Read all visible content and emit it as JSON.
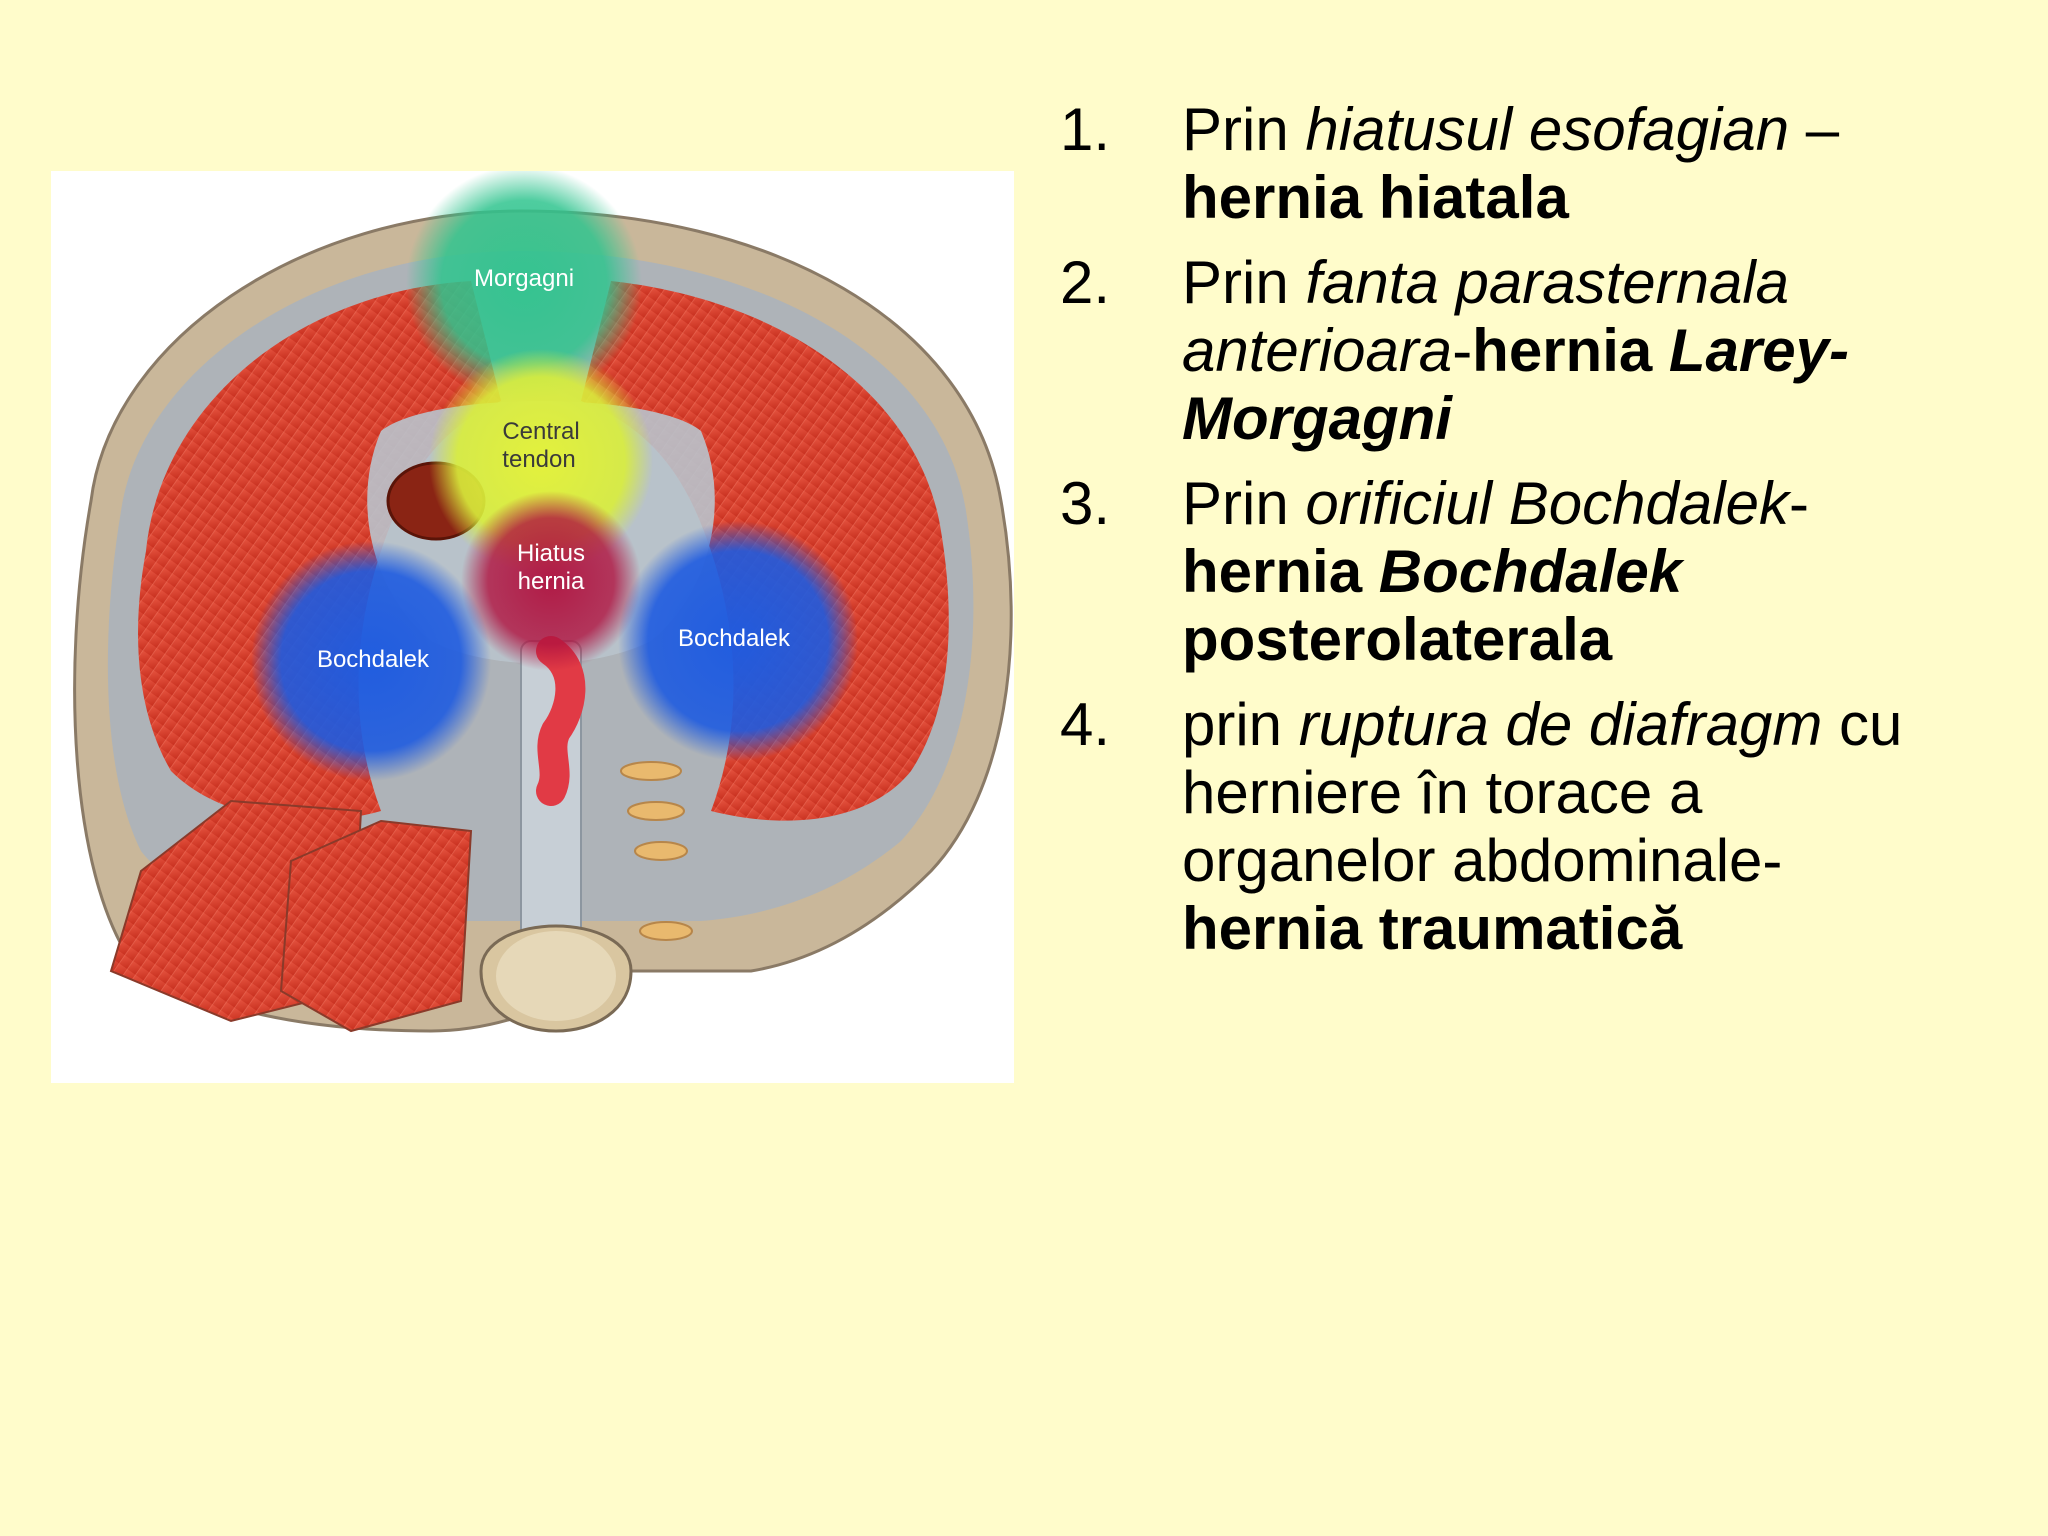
{
  "figure": {
    "labels": {
      "morgagni": "Morgagni",
      "central_tendon_1": "Central",
      "central_tendon_2": "tendon",
      "hiatus_1": "Hiatus",
      "hiatus_2": "hernia",
      "bochdalek_left": "Bochdalek",
      "bochdalek_right": "Bochdalek"
    },
    "colors": {
      "morgagni": "#2FC48E",
      "central_tendon": "#D9EE3B",
      "hiatus": "#B0123F",
      "bochdalek": "#1E5BE0",
      "muscle": "#D8402E"
    }
  },
  "list": [
    {
      "num": "1.",
      "l1_a": "Prin ",
      "l1_b": "hiatusul esofagian",
      "l1_c": " –",
      "l2": "hernia hiatala"
    },
    {
      "num": "2.",
      "l1_a": "Prin ",
      "l1_b": "fanta parasternala",
      "l2_a": "anterioara",
      "l2_b": "-",
      "l2_c": "hernia ",
      "l2_d": "Larey-",
      "l3": "Morgagni"
    },
    {
      "num": "3.",
      "l1_a": "Prin ",
      "l1_b": "orificiul Bochdalek",
      "l1_c": "-",
      "l2_a": "hernia ",
      "l2_b": "Bochdalek",
      "l3": "posterolaterala"
    },
    {
      "num": "4.",
      "l1_a": "prin ",
      "l1_b": "ruptura de diafragm",
      "l1_c": " cu",
      "l2": "herniere în torace a",
      "l3": "organelor abdominale-",
      "l4": "hernia traumatică"
    }
  ],
  "background": "#FFFCCB"
}
